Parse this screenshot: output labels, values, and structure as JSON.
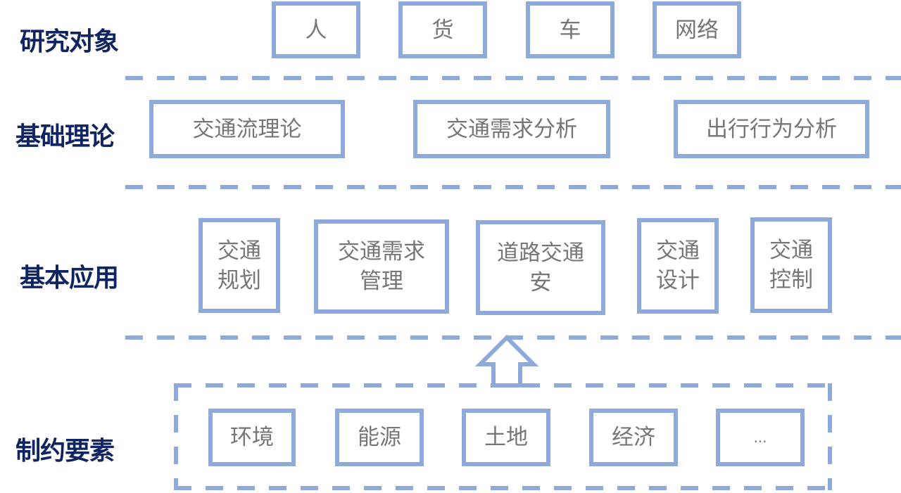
{
  "rows": {
    "research_objects": {
      "label": "研究对象",
      "items": [
        "人",
        "货",
        "车",
        "网络"
      ]
    },
    "basic_theory": {
      "label": "基础理论",
      "items": [
        "交通流理论",
        "交通需求分析",
        "出行行为分析"
      ]
    },
    "basic_application": {
      "label": "基本应用",
      "items": [
        {
          "line1": "交通",
          "line2": "规划"
        },
        {
          "line1": "交通需求",
          "line2": "管理"
        },
        {
          "line1": "道路交通",
          "line2": "安"
        },
        {
          "line1": "交通",
          "line2": "设计"
        },
        {
          "line1": "交通",
          "line2": "控制"
        }
      ]
    },
    "constraints": {
      "label": "制约要素",
      "items": [
        "环境",
        "能源",
        "土地",
        "经济",
        "..."
      ]
    }
  },
  "colors": {
    "box_border": "#8eaadb",
    "label_text": "#0f2460",
    "box_text": "#767676"
  },
  "arrow_icon": "up-arrow-outline"
}
